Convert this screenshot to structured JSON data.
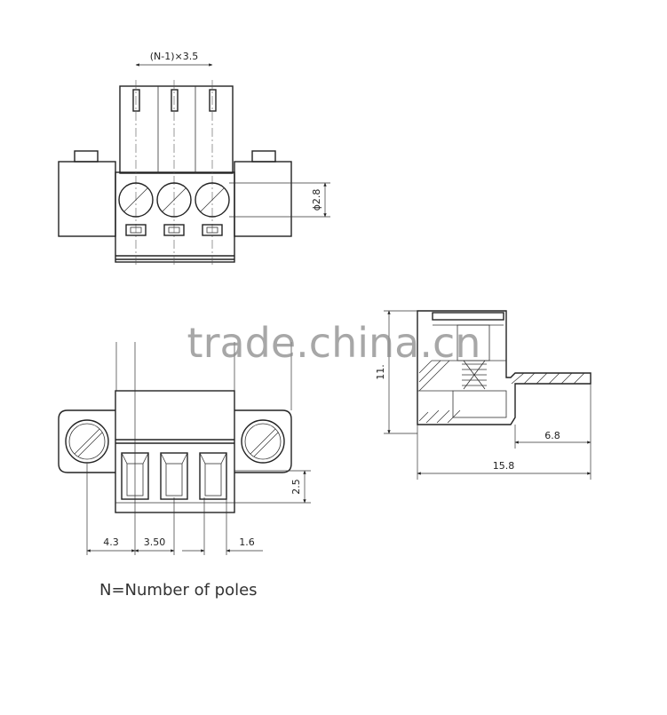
{
  "watermark": "trade.china.cn",
  "note": "N=Number of poles",
  "dimensions": {
    "pitch": "(N-1)×3.5",
    "hole_diameter": "ϕ2.8",
    "height": "11.",
    "depth_short": "6.8",
    "depth_total": "15.8",
    "edge_offset": "2.5",
    "flange": "4.3",
    "pitch_bottom": "3.50",
    "slot": "1.6"
  },
  "colors": {
    "line": "#222222",
    "watermark": "#8a8a8a"
  }
}
